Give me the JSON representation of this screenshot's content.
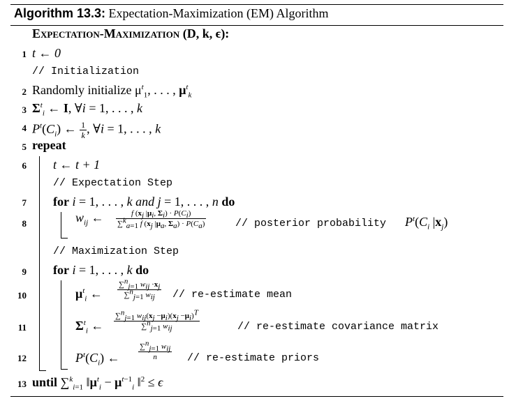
{
  "header": {
    "label": "Algorithm 13.3:",
    "title": " Expectation-Maximization (EM) Algorithm"
  },
  "signature": {
    "name": "Expectation-Maximization",
    "args": " (D, k, ϵ):"
  },
  "comments": {
    "init": "// Initialization",
    "estep": "// Expectation Step",
    "mstep": "// Maximization Step",
    "posterior": "// posterior probability",
    "mean": "// re-estimate mean",
    "cov": "// re-estimate covariance matrix",
    "priors": "// re-estimate priors"
  },
  "lines": [
    {
      "n": "1",
      "text": "t ← 0"
    },
    {
      "n": "2",
      "text": "Randomly initialize μ"
    },
    {
      "n": "3",
      "text": "Σ"
    },
    {
      "n": "4",
      "text": "P"
    },
    {
      "n": "5",
      "text": "repeat"
    },
    {
      "n": "6",
      "text": "t ← t + 1"
    },
    {
      "n": "7",
      "text": "for"
    },
    {
      "n": "8",
      "text": "w"
    },
    {
      "n": "9",
      "text": "for"
    },
    {
      "n": "10",
      "text": "μ"
    },
    {
      "n": "11",
      "text": "Σ"
    },
    {
      "n": "12",
      "text": "P"
    },
    {
      "n": "13",
      "text": "until"
    }
  ],
  "posterior_label": "P",
  "keywords": {
    "repeat": "repeat",
    "for": "for",
    "do": "do",
    "until": "until"
  }
}
